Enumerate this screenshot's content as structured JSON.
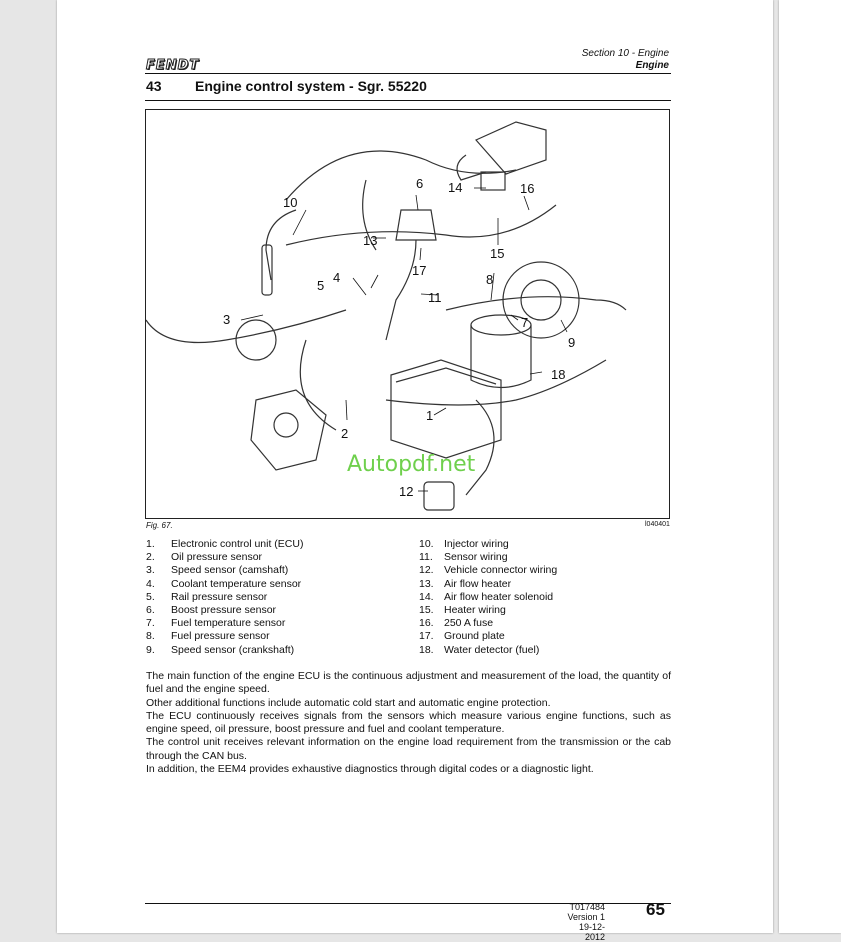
{
  "header": {
    "brand": "FENDT",
    "section": "Section 10 - Engine",
    "subsection": "Engine"
  },
  "heading": {
    "number": "43",
    "title": "Engine control system - Sgr. 55220"
  },
  "figure": {
    "caption": "Fig. 67.",
    "image_id": "l040401",
    "watermark": "Autopdf.net",
    "callouts": [
      "1",
      "2",
      "3",
      "4",
      "5",
      "6",
      "7",
      "8",
      "9",
      "10",
      "11",
      "12",
      "13",
      "14",
      "15",
      "16",
      "17",
      "18"
    ]
  },
  "legend_left": [
    {
      "num": "1.",
      "text": "Electronic control unit (ECU)"
    },
    {
      "num": "2.",
      "text": "Oil pressure sensor"
    },
    {
      "num": "3.",
      "text": "Speed sensor (camshaft)"
    },
    {
      "num": "4.",
      "text": "Coolant temperature sensor"
    },
    {
      "num": "5.",
      "text": "Rail pressure sensor"
    },
    {
      "num": "6.",
      "text": "Boost pressure sensor"
    },
    {
      "num": "7.",
      "text": "Fuel temperature sensor"
    },
    {
      "num": "8.",
      "text": "Fuel pressure sensor"
    },
    {
      "num": "9.",
      "text": "Speed sensor (crankshaft)"
    }
  ],
  "legend_right": [
    {
      "num": "10.",
      "text": "Injector wiring"
    },
    {
      "num": "11.",
      "text": "Sensor wiring"
    },
    {
      "num": "12.",
      "text": "Vehicle connector wiring"
    },
    {
      "num": "13.",
      "text": "Air flow heater"
    },
    {
      "num": "14.",
      "text": "Air flow heater solenoid"
    },
    {
      "num": "15.",
      "text": "Heater wiring"
    },
    {
      "num": "16.",
      "text": "250 A fuse"
    },
    {
      "num": "17.",
      "text": "Ground plate"
    },
    {
      "num": "18.",
      "text": "Water detector (fuel)"
    }
  ],
  "body": [
    "The main function of the engine ECU is the continuous adjustment and measurement of the load, the quantity of fuel and the engine speed.",
    "Other additional functions include automatic cold start and automatic engine protection.",
    "The ECU continuously receives signals from the sensors which measure various engine functions, such as engine speed, oil pressure, boost pressure and fuel and coolant temperature.",
    "The control unit receives relevant information on the engine load requirement from the transmission or the cab through the CAN bus.",
    "In addition, the EEM4 provides exhaustive diagnostics through digital codes or a diagnostic light."
  ],
  "footer": {
    "doc_id": "T017484",
    "version": "Version 1",
    "date": "19-12-2012",
    "page": "65"
  }
}
